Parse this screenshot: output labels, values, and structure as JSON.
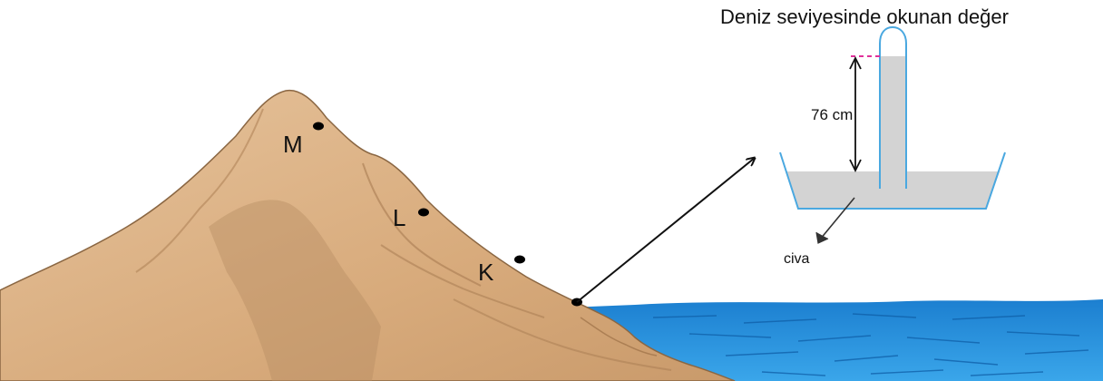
{
  "title": "Deniz seviyesinde okunan değer",
  "barometer": {
    "column_height_label": "76 cm",
    "liquid_label": "civa"
  },
  "points": [
    {
      "label": "M"
    },
    {
      "label": "L"
    },
    {
      "label": "K"
    }
  ],
  "colors": {
    "mountain": "#d9ae80",
    "mountain_shadow": "#b88d62",
    "sea": "#2b8fd6",
    "glass": "#4aa8e0",
    "mercury": "#d3d3d3",
    "level_marker": "#e0309a"
  }
}
